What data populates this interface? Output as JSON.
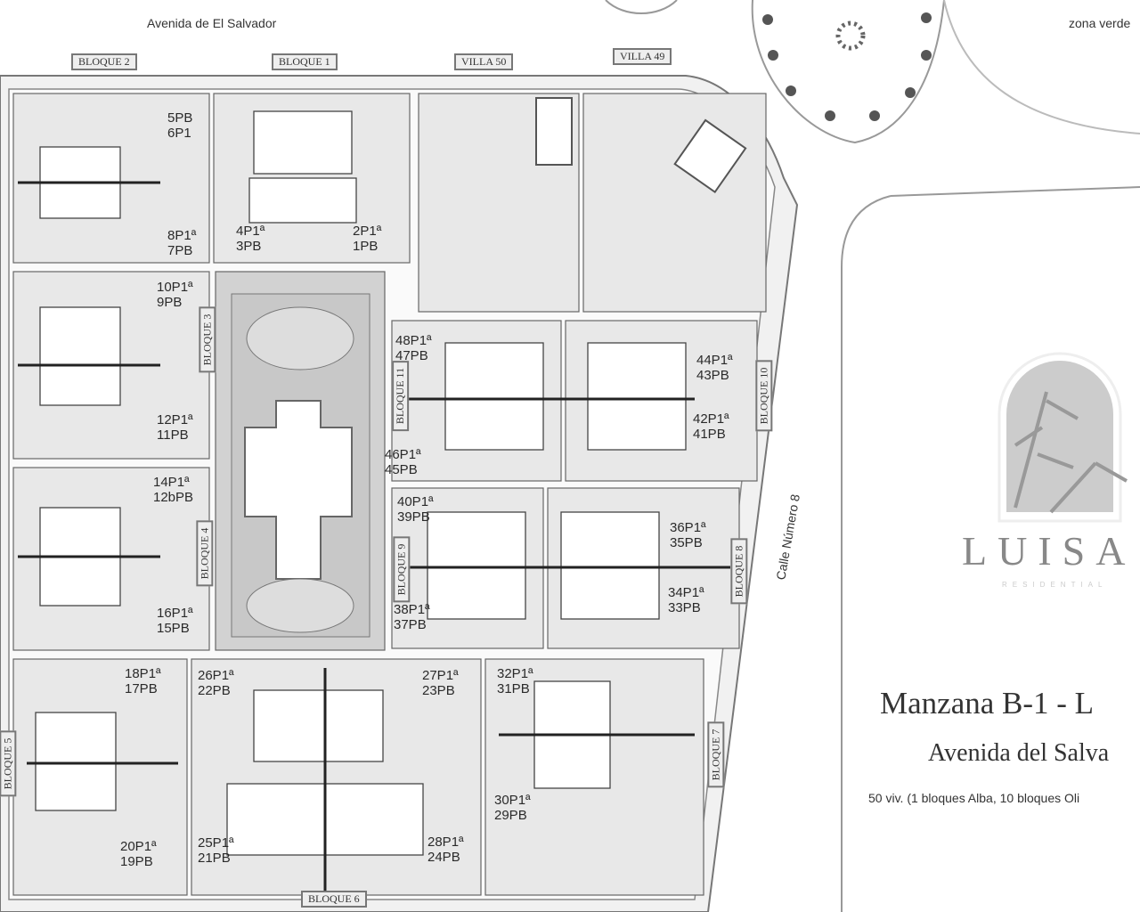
{
  "streets": {
    "top": "Avenida de El Salvador",
    "side": "Calle Número 8",
    "green_zone": "zona verde"
  },
  "blocks": {
    "b2": "BLOQUE 2",
    "b1": "BLOQUE 1",
    "v50": "VILLA 50",
    "v49": "VILLA 49",
    "b3": "BLOQUE 3",
    "b4": "BLOQUE 4",
    "b11": "BLOQUE 11",
    "b10": "BLOQUE 10",
    "b9": "BLOQUE 9",
    "b8": "BLOQUE 8",
    "b7": "BLOQUE 7",
    "b5": "BLOQUE 5",
    "b6": "BLOQUE 6"
  },
  "units": [
    {
      "a": "5PB",
      "b": "6P1"
    },
    {
      "a": "8P1ª",
      "b": "7PB"
    },
    {
      "a": "4P1ª",
      "b": "3PB"
    },
    {
      "a": "2P1ª",
      "b": "1PB"
    },
    {
      "a": "10P1ª",
      "b": "9PB"
    },
    {
      "a": "12P1ª",
      "b": "11PB"
    },
    {
      "a": "14P1ª",
      "b": "12bPB"
    },
    {
      "a": "16P1ª",
      "b": "15PB"
    },
    {
      "a": "48P1ª",
      "b": "47PB"
    },
    {
      "a": "46P1ª",
      "b": "45PB"
    },
    {
      "a": "44P1ª",
      "b": "43PB"
    },
    {
      "a": "42P1ª",
      "b": "41PB"
    },
    {
      "a": "40P1ª",
      "b": "39PB"
    },
    {
      "a": "38P1ª",
      "b": "37PB"
    },
    {
      "a": "36P1ª",
      "b": "35PB"
    },
    {
      "a": "34P1ª",
      "b": "33PB"
    },
    {
      "a": "18P1ª",
      "b": "17PB"
    },
    {
      "a": "26P1ª",
      "b": "22PB"
    },
    {
      "a": "27P1ª",
      "b": "23PB"
    },
    {
      "a": "32P1ª",
      "b": "31PB"
    },
    {
      "a": "30P1ª",
      "b": "29PB"
    },
    {
      "a": "20P1ª",
      "b": "19PB"
    },
    {
      "a": "25P1ª",
      "b": "21PB"
    },
    {
      "a": "28P1ª",
      "b": "24PB"
    }
  ],
  "logo": {
    "name": "LUISA",
    "subtitle": "RESIDENTIAL"
  },
  "info": {
    "title": "Manzana B-1 - L",
    "subtitle": "Avenida del Salva",
    "note": "50 viv. (1 bloques Alba, 10 bloques Oli"
  }
}
